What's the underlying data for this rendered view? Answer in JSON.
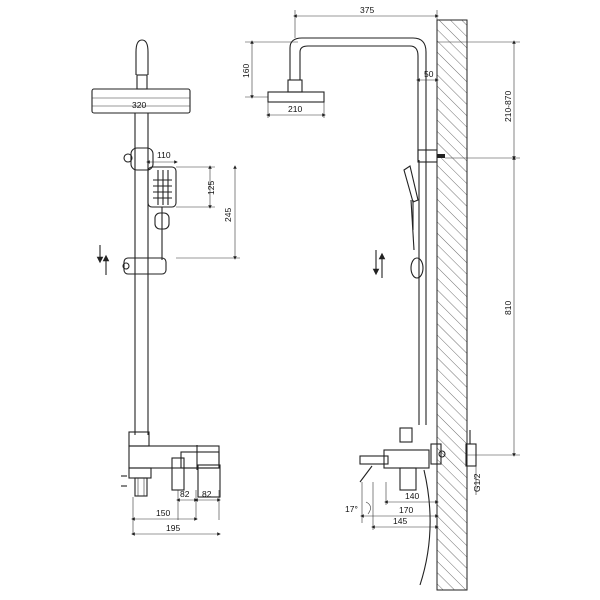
{
  "front_view": {
    "dims": {
      "head_width": "320",
      "handshower_width": "110",
      "handshower_head_length": "125",
      "handshower_total_length": "245",
      "spout_offset_a": "82",
      "spout_offset_b": "82",
      "mixer_width": "150",
      "overall_width": "195"
    }
  },
  "side_view": {
    "dims": {
      "arm_length": "375",
      "head_height": "160",
      "head_depth": "210",
      "arm_drop": "50",
      "adjust_range": "210-870",
      "rail_length": "810",
      "mixer_depth": "140",
      "spout_reach_a": "170",
      "spout_reach_b": "145",
      "spout_angle": "17°",
      "thread": "G1/2"
    }
  }
}
